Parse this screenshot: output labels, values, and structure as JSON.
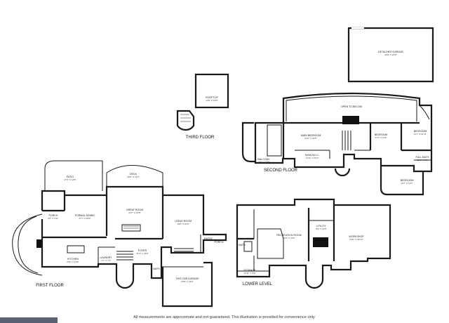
{
  "floors": {
    "third": "THIRD FLOOR",
    "second": "SECOND FLOOR",
    "first": "FIRST FLOOR",
    "lower": "LOWER LEVEL"
  },
  "rooms": {
    "detached_garage": {
      "name": "DETACHED GARAGE",
      "dim": "28'0\" X 23'0\""
    },
    "rooftop": {
      "name": "ROOFTOP",
      "dim": "13'0\" X 18'0\""
    },
    "open_to_below": {
      "name": "OPEN TO BELOW",
      "dim": ""
    },
    "main_bedroom": {
      "name": "MAIN BEDROOM",
      "dim": "24'0\" X 20'5\""
    },
    "main_wic": {
      "name": "MAIN W.I.C.",
      "dim": "14'11\" X 5'10\""
    },
    "bedroom_2": {
      "name": "BEDROOM",
      "dim": "17'4\" X 11'9\""
    },
    "bedroom_3": {
      "name": "BEDROOM",
      "dim": "14'7\" X 21'11\""
    },
    "bedroom_4": {
      "name": "BEDROOM",
      "dim": "16'7\" X 14'3\""
    },
    "full_bath": {
      "name": "FULL BATH",
      "dim": "11'1\" X 9'8\""
    },
    "balcony": {
      "name": "BALCONY",
      "dim": "17'6\" X 17'7\""
    },
    "patio": {
      "name": "PATIO",
      "dim": "27'0\" X 18'5\""
    },
    "deck": {
      "name": "DECK",
      "dim": "25'0\" X 11'3\""
    },
    "porch_1": {
      "name": "PORCH",
      "dim": "9'4\" X 5'11\""
    },
    "formal_dining": {
      "name": "FORMAL DINING",
      "dim": "17'7\" X 18'6\""
    },
    "great_room": {
      "name": "GREAT ROOM",
      "dim": "24'7\" X 19'5\""
    },
    "living_room": {
      "name": "LIVING ROOM",
      "dim": "18'8\" X 20'0\""
    },
    "kitchen": {
      "name": "KITCHEN",
      "dim": "20'2\" X 18'0\""
    },
    "laundry": {
      "name": "LAUNDRY",
      "dim": "7'1\" X 7'5\""
    },
    "foyer": {
      "name": "FOYER",
      "dim": "21'4\" X 23'6\""
    },
    "bath_first": {
      "name": "BATH",
      "dim": ""
    },
    "entry": {
      "name": "ENTRY",
      "dim": ""
    },
    "porch_2": {
      "name": "PORCH",
      "dim": ""
    },
    "two_car_garage": {
      "name": "TWO CAR GARAGE",
      "dim": "20'8\" X 23'0\""
    },
    "recreation_room": {
      "name": "RECREATION ROOM",
      "dim": "22'6\" X 31'6\""
    },
    "utility": {
      "name": "UTILITY",
      "dim": "8'3\" X 11'5\""
    },
    "workshop": {
      "name": "WORKSHOP",
      "dim": "20'5\" X 32'10\""
    },
    "bath_lower": {
      "name": "BATH",
      "dim": ""
    },
    "storage": {
      "name": "STORAGE",
      "dim": "10'11\" X 3'8\""
    }
  },
  "disclaimer": "All measurements are approximate and not guaranteed. This illustration is provided for convenience only."
}
